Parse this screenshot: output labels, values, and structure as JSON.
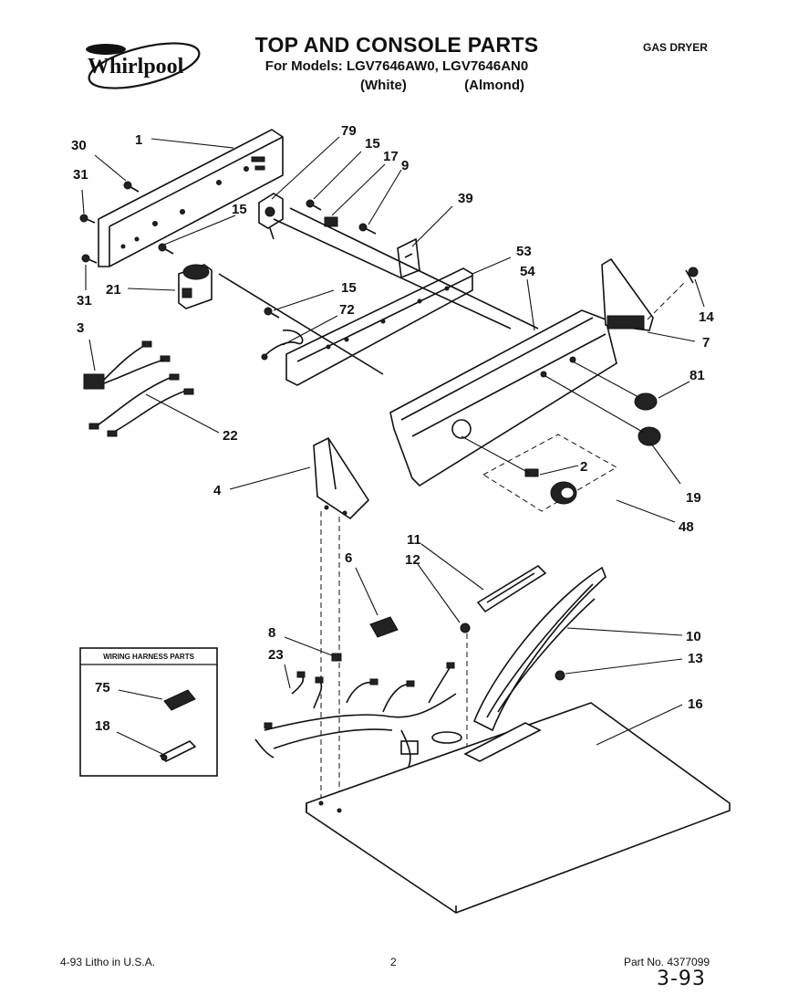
{
  "brand": {
    "logo_text": "Whirlpool",
    "logo_name": "whirlpool-logo"
  },
  "header": {
    "title": "TOP AND CONSOLE PARTS",
    "models_line": "For Models: LGV7646AW0, LGV7646AN0",
    "variant_white": "(White)",
    "variant_almond": "(Almond)",
    "category": "GAS DRYER"
  },
  "inset": {
    "title": "WIRING HARNESS PARTS"
  },
  "callouts": [
    "1",
    "30",
    "31",
    "31",
    "79",
    "15",
    "17",
    "9",
    "15",
    "39",
    "53",
    "54",
    "21",
    "15",
    "72",
    "3",
    "22",
    "14",
    "7",
    "81",
    "19",
    "2",
    "48",
    "4",
    "6",
    "11",
    "12",
    "10",
    "8",
    "23",
    "13",
    "16",
    "75",
    "18"
  ],
  "footer": {
    "print_info": "4-93 Litho in U.S.A.",
    "page_number": "2",
    "part_number": "Part No. 4377099",
    "handwritten_note": "3-93"
  }
}
